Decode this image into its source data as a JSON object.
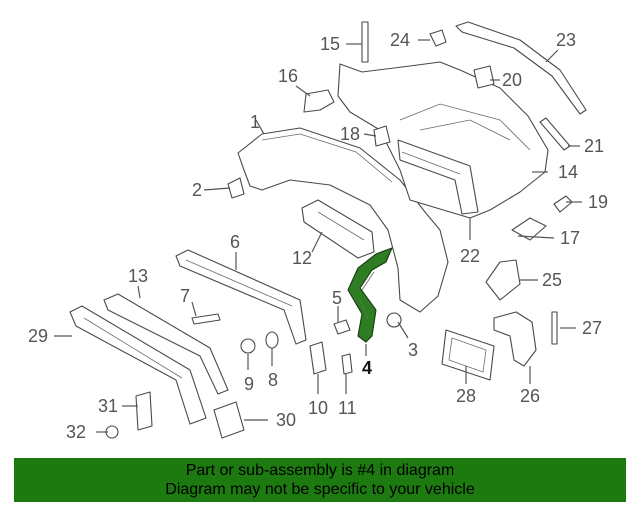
{
  "diagram": {
    "highlighted_part": "4",
    "highlight_color": "#2e7d22",
    "callouts": [
      "1",
      "2",
      "3",
      "4",
      "5",
      "6",
      "7",
      "8",
      "9",
      "10",
      "11",
      "12",
      "13",
      "14",
      "15",
      "16",
      "17",
      "18",
      "19",
      "20",
      "21",
      "22",
      "23",
      "24",
      "25",
      "26",
      "27",
      "28",
      "29",
      "30",
      "31",
      "32"
    ]
  },
  "footer": {
    "line1": "Part or sub-assembly is #4 in diagram",
    "line2": "Diagram may not be specific to your vehicle",
    "background": "#1d7a10"
  }
}
